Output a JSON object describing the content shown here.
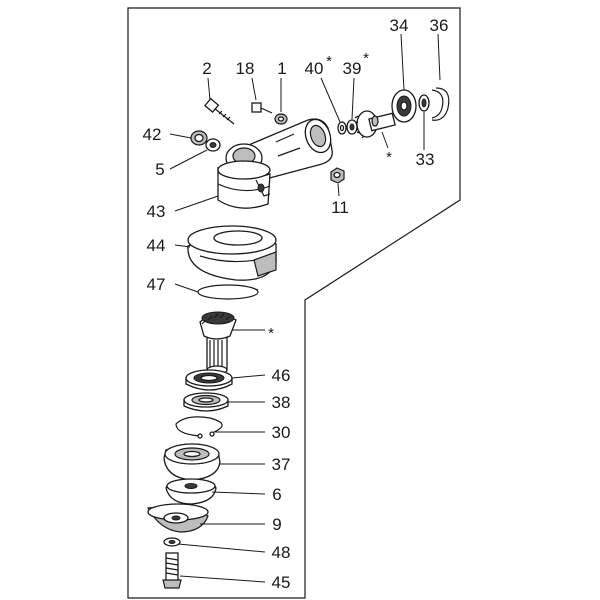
{
  "diagram": {
    "callouts": {
      "c2": "2",
      "c18": "18",
      "c1": "1",
      "c40": "40",
      "c39": "39",
      "c34": "34",
      "c36": "36",
      "c42": "42",
      "c5": "5",
      "c33": "33",
      "c43": "43",
      "c11": "11",
      "c44": "44",
      "c47": "47",
      "c46": "46",
      "c38": "38",
      "c30": "30",
      "c37": "37",
      "c6": "6",
      "c9": "9",
      "c48": "48",
      "c45": "45"
    },
    "star": "*"
  }
}
